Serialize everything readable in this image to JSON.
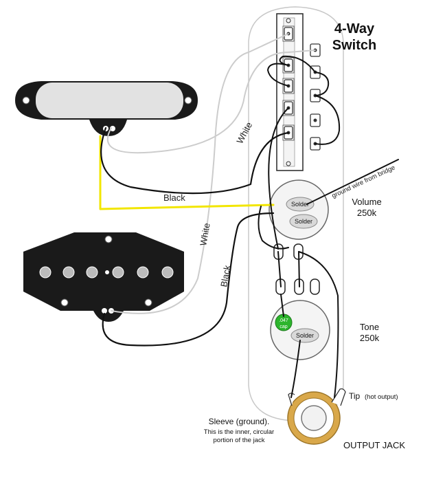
{
  "labels": {
    "switch_title_line1": "4-Way",
    "switch_title_line2": "Switch",
    "white_wire_neck": "White",
    "white_wire_bridge": "White",
    "black_wire_neck": "Black",
    "black_wire_bridge": "Black",
    "ground_wire": "ground wire from bridge",
    "volume_line1": "Volume",
    "volume_line2": "250k",
    "tone_line1": "Tone",
    "tone_line2": "250k",
    "solder_vol_top": "Solder",
    "solder_vol_bottom": "Solder",
    "solder_tone": "Solder",
    "cap_value": ".047",
    "cap_unit": "cap",
    "tip_label": "Tip",
    "tip_note": "(hot output)",
    "sleeve_line1": "Sleeve (ground).",
    "sleeve_line2": "This is the inner, circular",
    "sleeve_line3": "portion of the jack",
    "output_jack": "OUTPUT JACK"
  },
  "colors": {
    "wire_black": "#111111",
    "wire_white": "#cccccc",
    "wire_yellow": "#f2e600",
    "cap_green": "#2db52d",
    "pickup_body": "#1a1a1a",
    "jack_ring": "#d9a84a"
  }
}
